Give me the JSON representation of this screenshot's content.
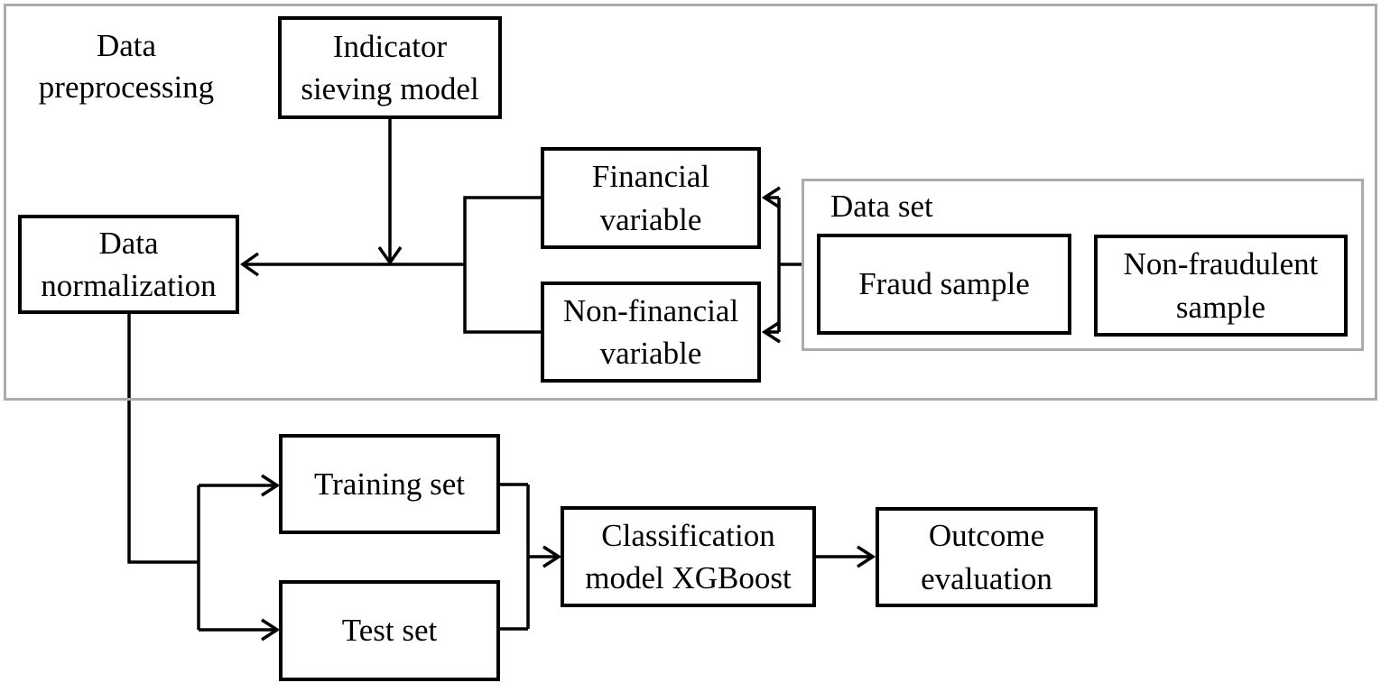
{
  "labels": {
    "region": "Data preprocessing",
    "dataset_group": "Data set"
  },
  "nodes": {
    "indicator_sieving": "Indicator sieving model",
    "data_normalization": "Data normalization",
    "financial_variable": "Financial variable",
    "non_financial_variable": "Non-financial variable",
    "fraud_sample": "Fraud sample",
    "non_fraudulent_sample": "Non-fraudulent sample",
    "training_set": "Training set",
    "test_set": "Test set",
    "classification_model": "Classification model XGBoost",
    "outcome_evaluation": "Outcome evaluation"
  },
  "colors": {
    "node_border": "#000000",
    "container_border": "#ababab",
    "line": "#000000",
    "background": "#ffffff",
    "text": "#000000"
  }
}
